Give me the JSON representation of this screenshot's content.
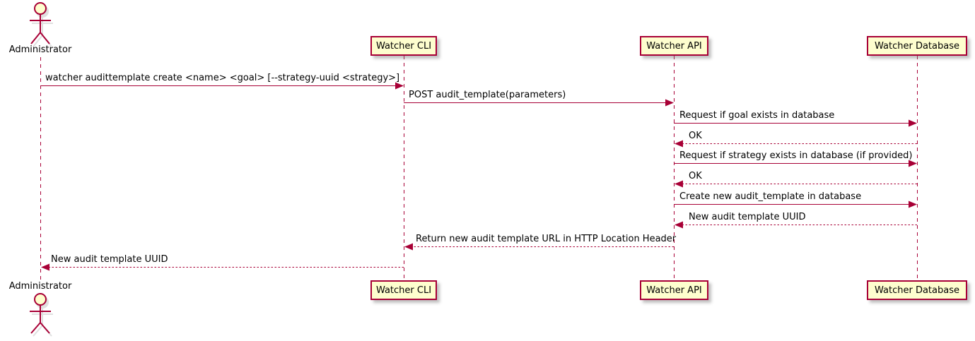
{
  "actor": {
    "label": "Administrator"
  },
  "participants": [
    {
      "id": "watcher-cli",
      "label": "Watcher CLI"
    },
    {
      "id": "watcher-api",
      "label": "Watcher API"
    },
    {
      "id": "watcher-database",
      "label": "Watcher Database"
    }
  ],
  "messages": [
    {
      "from": "Administrator",
      "to": "Watcher CLI",
      "style": "solid",
      "label": "watcher audittemplate create <name> <goal> [--strategy-uuid <strategy>]"
    },
    {
      "from": "Watcher CLI",
      "to": "Watcher API",
      "style": "solid",
      "label": "POST audit_template(parameters)"
    },
    {
      "from": "Watcher API",
      "to": "Watcher Database",
      "style": "solid",
      "label": "Request if goal exists in database"
    },
    {
      "from": "Watcher Database",
      "to": "Watcher API",
      "style": "dashed",
      "label": "OK"
    },
    {
      "from": "Watcher API",
      "to": "Watcher Database",
      "style": "solid",
      "label": "Request if strategy exists in database (if provided)"
    },
    {
      "from": "Watcher Database",
      "to": "Watcher API",
      "style": "dashed",
      "label": "OK"
    },
    {
      "from": "Watcher API",
      "to": "Watcher Database",
      "style": "solid",
      "label": "Create new audit_template in database"
    },
    {
      "from": "Watcher Database",
      "to": "Watcher API",
      "style": "dashed",
      "label": "New audit template UUID"
    },
    {
      "from": "Watcher API",
      "to": "Watcher CLI",
      "style": "dashed",
      "label": "Return new audit template URL in HTTP Location Header"
    },
    {
      "from": "Watcher CLI",
      "to": "Administrator",
      "style": "dashed",
      "label": "New audit template UUID"
    }
  ],
  "colors": {
    "line": "#A80036",
    "participant_fill": "#FEFECE",
    "participant_border": "#A80036",
    "actor_head_fill": "#FEFECE",
    "text": "#000000",
    "background": "#FFFFFF"
  }
}
